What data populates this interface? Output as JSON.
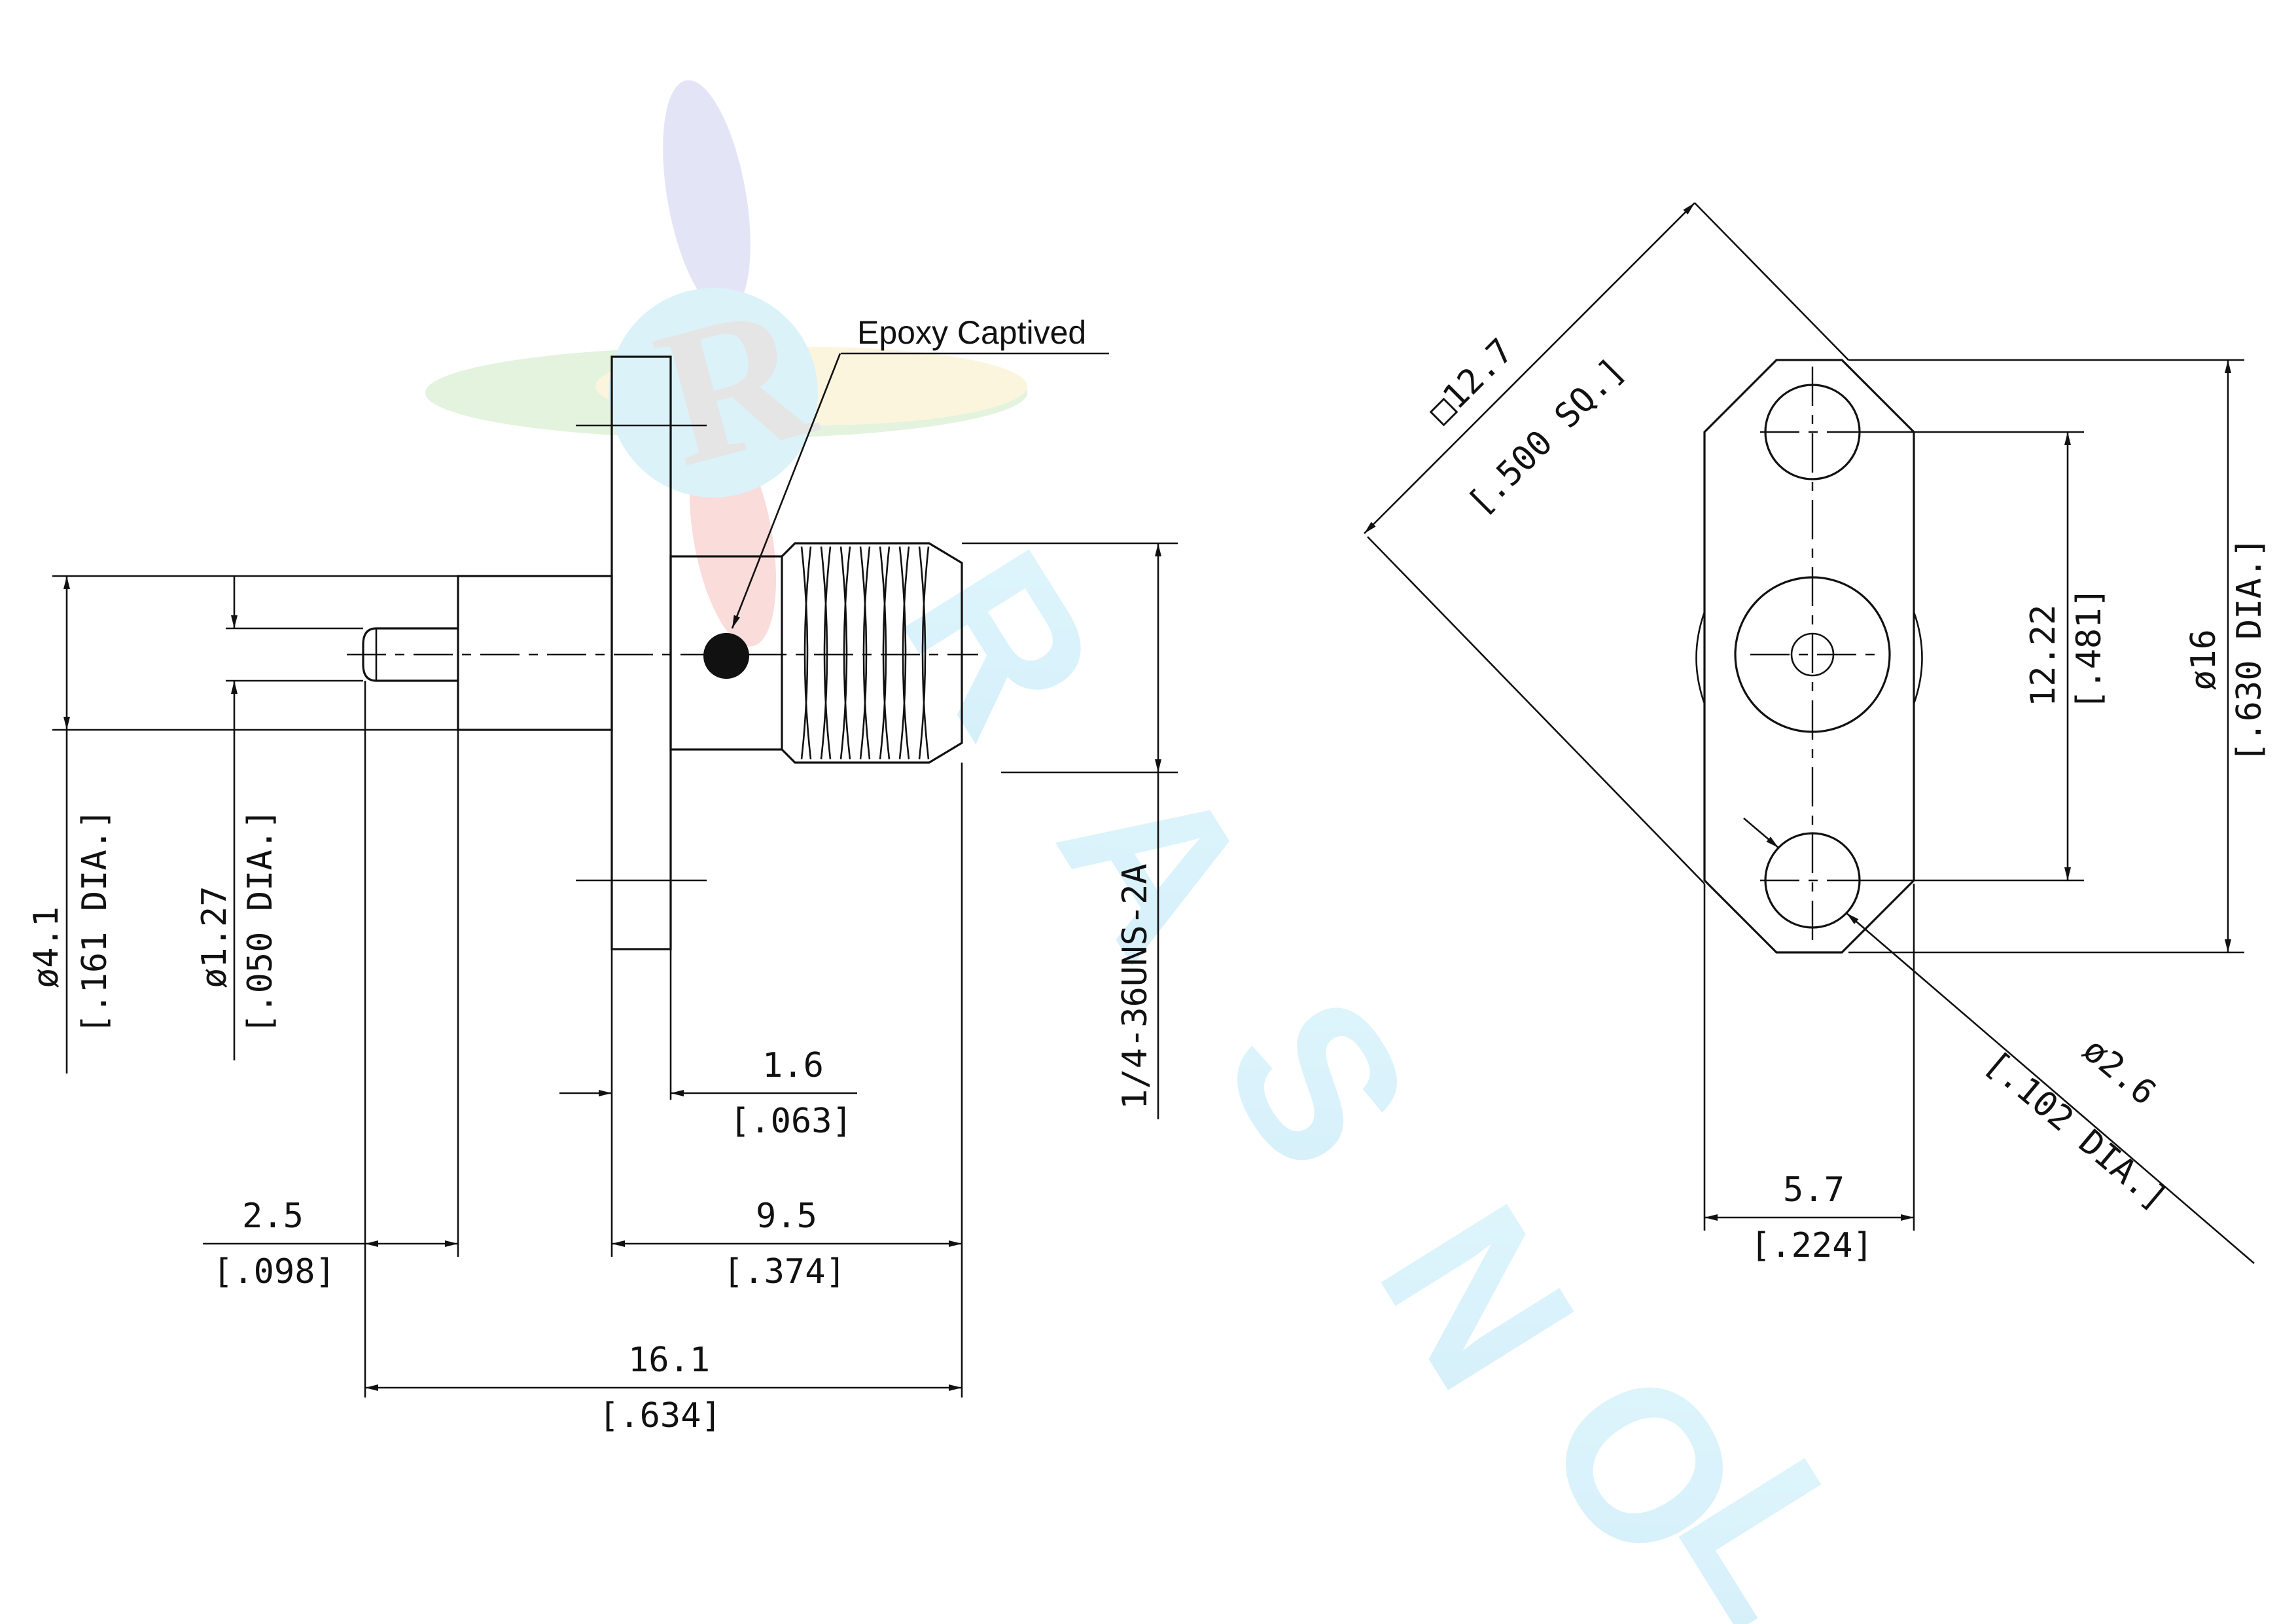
{
  "watermark": {
    "letters": [
      "R",
      "A",
      "S",
      "N",
      "O",
      "L"
    ],
    "emblem_letter": "R"
  },
  "callout": {
    "text": "Epoxy Captived"
  },
  "side_view": {
    "dim_od": {
      "value": "ø4.1",
      "inch": "[.161 DIA.]"
    },
    "dim_pin": {
      "value": "ø1.27",
      "inch": "[.050 DIA.]"
    },
    "dim_pin_len": {
      "value": "2.5",
      "inch": "[.098]"
    },
    "dim_flange": {
      "value": "1.6",
      "inch": "[.063]"
    },
    "dim_thread_len": {
      "value": "9.5",
      "inch": "[.374]"
    },
    "dim_total": {
      "value": "16.1",
      "inch": "[.634]"
    },
    "dim_thread": {
      "value": "1/4-36UNS-2A"
    }
  },
  "front_view": {
    "dim_square": {
      "value": "□12.7",
      "inch": "[.500 SQ.]"
    },
    "dim_holes": {
      "value": "12.22",
      "inch": "[.481]"
    },
    "dim_flange_dia": {
      "value": "ø16",
      "inch": "[.630 DIA.]"
    },
    "dim_hole_dia": {
      "value": "ø2.6",
      "inch": "[.102 DIA.]"
    },
    "dim_width": {
      "value": "5.7",
      "inch": "[.224]"
    }
  }
}
